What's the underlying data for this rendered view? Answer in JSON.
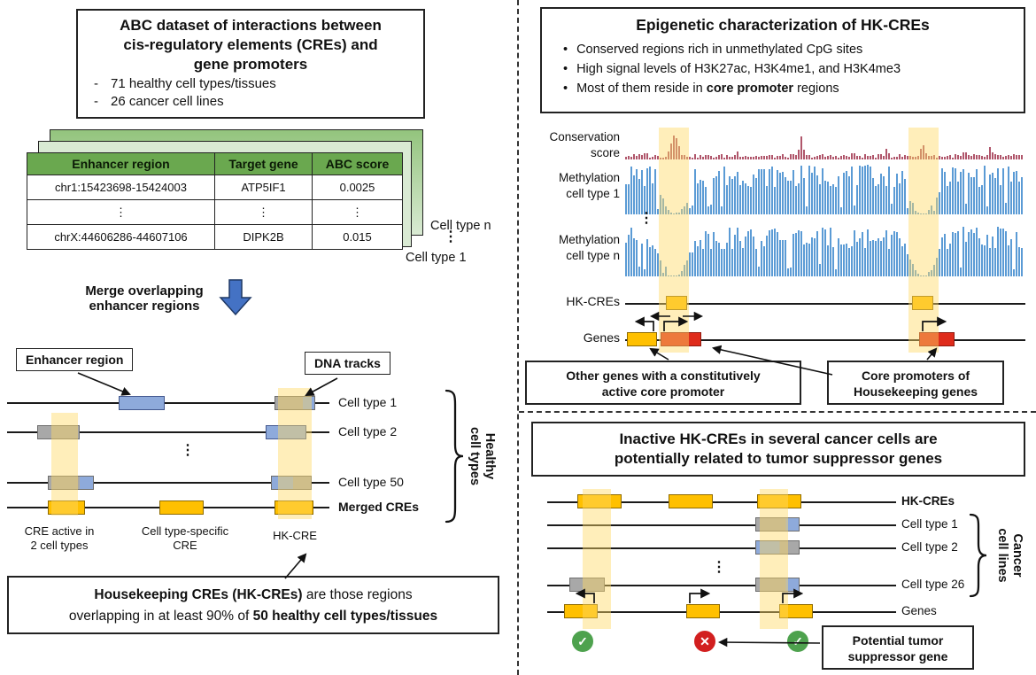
{
  "colors": {
    "table_header_green": "#6aa84f",
    "sheet_green_dark": "#93c47d",
    "sheet_green_light": "#d9ead3",
    "blue_box": "#8eaadb",
    "gray_box": "#a8a8a8",
    "yellow_box": "#ffc000",
    "red_box": "#df2b1b",
    "highlight_band": "#ffd966",
    "merge_arrow_blue": "#4472c4",
    "conservation_track": "#b0566b",
    "methylation_track": "#5b9bd5",
    "check_green": "#4ea24e",
    "cross_red": "#d21f1f"
  },
  "left_panel": {
    "header": {
      "title_lines": [
        "ABC dataset of interactions between",
        "cis-regulatory elements (CREs) and",
        "gene promoters"
      ],
      "items": [
        {
          "dash": "-",
          "text": "71 healthy cell types/tissues"
        },
        {
          "dash": "-",
          "text": "26 cancer cell lines"
        }
      ]
    },
    "table": {
      "headers": [
        "Enhancer region",
        "Target gene",
        "ABC score"
      ],
      "rows": [
        [
          "chr1:15423698-15424003",
          "ATP5IF1",
          "0.0025"
        ],
        [
          "⋮",
          "⋮",
          "⋮"
        ],
        [
          "chrX:44606286-44607106",
          "DIPK2B",
          "0.015"
        ]
      ],
      "stack_label_top": "Cell type n",
      "stack_dots": "⋮",
      "stack_label_bottom": "Cell type 1"
    },
    "merge_label_lines": [
      "Merge overlapping",
      "enhancer regions"
    ],
    "diagram": {
      "enhancer_region_label": "Enhancer region",
      "dna_tracks_label": "DNA tracks",
      "row_labels": [
        "Cell type 1",
        "Cell type 2",
        "Cell type 50"
      ],
      "dots": "⋮",
      "merged_label": "Merged CREs",
      "bracket_label_lines": [
        "Healthy",
        "cell types"
      ],
      "caption_cre_active_lines": [
        "CRE active in",
        "2 cell types"
      ],
      "caption_specific_lines": [
        "Cell type-specific",
        "CRE"
      ],
      "caption_hkcre": "HK-CRE"
    },
    "definition_box": {
      "bold1": "Housekeeping CREs (HK-CREs)",
      "rest1": " are those regions",
      "rest2": "overlapping in at least 90% of ",
      "bold2": "50 healthy cell types/tissues"
    }
  },
  "right_top_panel": {
    "header": {
      "title": "Epigenetic characterization of HK-CREs",
      "bullet_char": "•",
      "bullets": [
        {
          "pre": "Conserved regions rich in unmethylated CpG sites",
          "bold": "",
          "post": ""
        },
        {
          "pre": "High signal levels of H3K27ac, H3K4me1, and H3K4me3",
          "bold": "",
          "post": ""
        },
        {
          "pre": "Most of them reside in ",
          "bold": "core promoter",
          "post": " regions"
        }
      ]
    },
    "tracks": {
      "conservation_label_lines": [
        "Conservation",
        "score"
      ],
      "methylation1_label_lines": [
        "Methylation",
        "cell type 1"
      ],
      "dots": "⋮",
      "methylationn_label_lines": [
        "Methylation",
        "cell type n"
      ],
      "hkcres_label": "HK-CREs",
      "genes_label": "Genes"
    },
    "callouts": {
      "other_genes_lines": [
        "Other genes with a constitutively",
        "active core promoter"
      ],
      "core_promoters_lines": [
        "Core promoters of",
        "Housekeeping genes"
      ]
    }
  },
  "right_bottom_panel": {
    "title_lines": [
      "Inactive HK-CREs in several cancer cells are",
      "potentially related to tumor suppressor genes"
    ],
    "row_labels": {
      "hkcres": "HK-CREs",
      "cell1": "Cell type 1",
      "cell2": "Cell type 2",
      "dots": "⋮",
      "cell26": "Cell type 26",
      "genes": "Genes"
    },
    "bracket_label_lines": [
      "Cancer",
      "cell lines"
    ],
    "callout_lines": [
      "Potential tumor",
      "suppressor gene"
    ],
    "marks": [
      {
        "glyph": "✓"
      },
      {
        "glyph": "✕"
      },
      {
        "glyph": "✓"
      }
    ]
  }
}
